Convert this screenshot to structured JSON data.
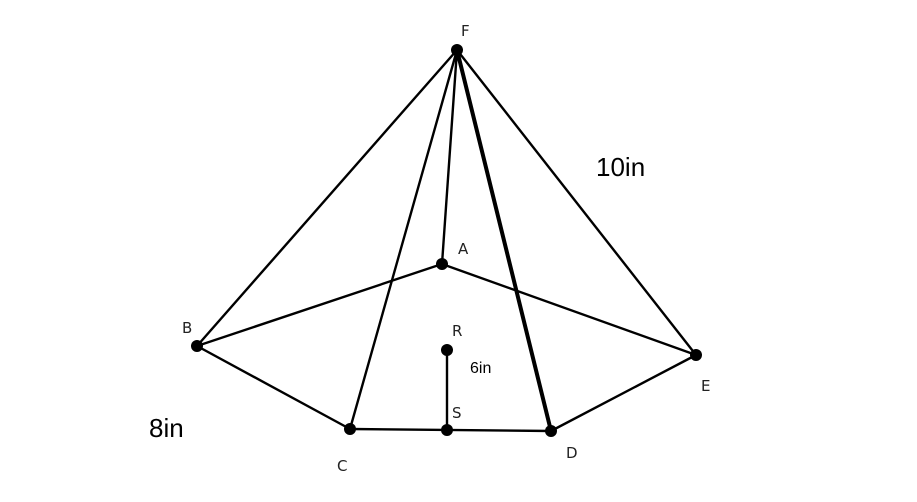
{
  "vertices": {
    "A": "A",
    "B": "B",
    "C": "C",
    "D": "D",
    "E": "E",
    "F": "F",
    "R": "R",
    "S": "S"
  },
  "measurements": {
    "slant_edge": "10in",
    "base_side": "8in",
    "apothem": "6in"
  }
}
